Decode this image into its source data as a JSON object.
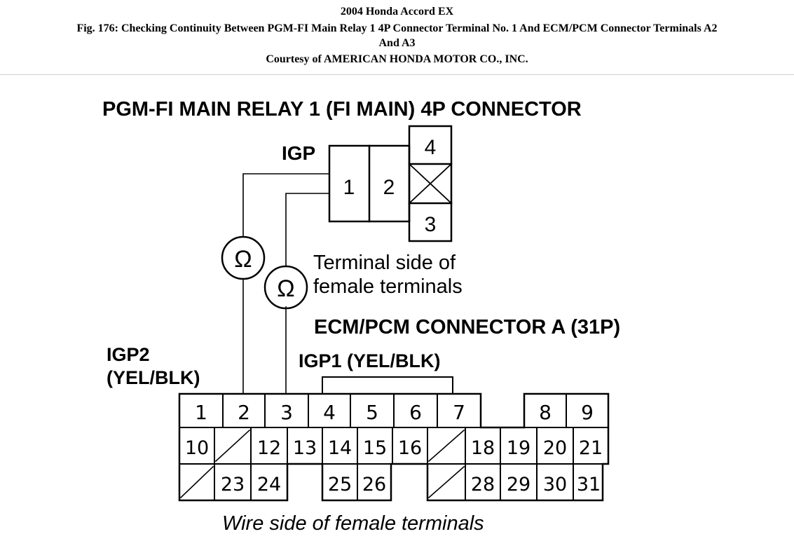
{
  "header": {
    "vehicle": "2004 Honda Accord EX",
    "figure_line1": "Fig. 176: Checking Continuity Between PGM-FI Main Relay 1 4P Connector Terminal No. 1 And ECM/PCM Connector Terminals A2",
    "figure_line2": "And A3",
    "courtesy": "Courtesy of AMERICAN HONDA MOTOR CO., INC."
  },
  "diagram": {
    "relay_title": "PGM-FI MAIN RELAY 1 (FI MAIN) 4P CONNECTOR",
    "igp_label": "IGP",
    "relay_pins": [
      "1",
      "2",
      "4",
      "3"
    ],
    "relay_note_line1": "Terminal side of",
    "relay_note_line2": "female terminals",
    "ohm_symbol": "Ω",
    "ecm_title": "ECM/PCM CONNECTOR A (31P)",
    "igp2_line1": "IGP2",
    "igp2_line2": "(YEL/BLK)",
    "igp1_label": "IGP1 (YEL/BLK)",
    "ecm_row1": [
      "1",
      "2",
      "3",
      "4",
      "5",
      "6",
      "7",
      "8",
      "9"
    ],
    "ecm_row2": [
      "10",
      "12",
      "13",
      "14",
      "15",
      "16",
      "18",
      "19",
      "20",
      "21"
    ],
    "ecm_row3": [
      "23",
      "24",
      "25",
      "26",
      "28",
      "29",
      "30",
      "31"
    ],
    "ecm_note": "Wire side of female terminals"
  }
}
